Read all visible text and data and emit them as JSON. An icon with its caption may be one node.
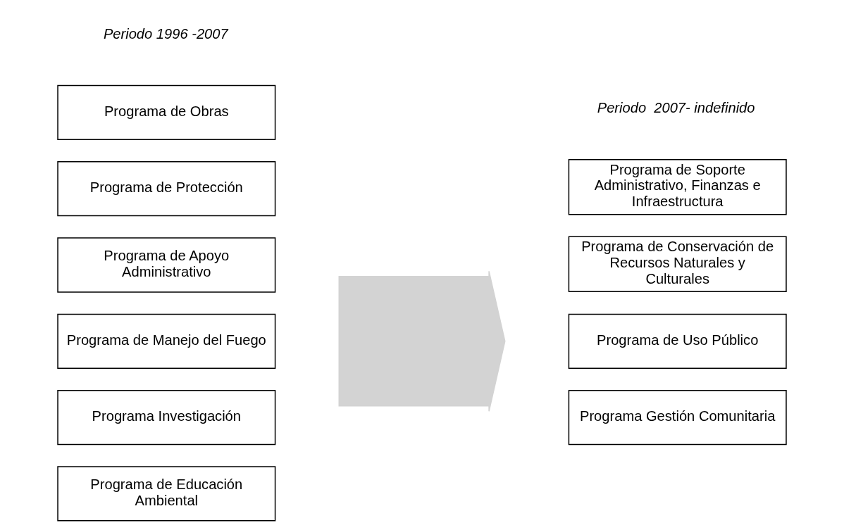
{
  "diagram": {
    "nodes": [
      {
        "text": [
          "Programa de Obras"
        ]
      },
      {
        "text": [
          "Programa de Protección"
        ]
      },
      {
        "text": [
          "Programa de Apoyo Administrativo"
        ]
      },
      {
        "text": [
          "Programa de Manejo del Fuego"
        ]
      },
      {
        "text": [
          "Programa Investigación"
        ]
      },
      {
        "text": [
          "Programa de Educación Ambiental"
        ]
      },
      {
        "text": [],
        "shape": "arrow"
      },
      {
        "text": [
          "Programa de Soporte Administrativo, Finanzas e Infraestructura"
        ]
      },
      {
        "text": [
          "Programa de Conservación de Recursos Naturales y Culturales"
        ]
      },
      {
        "text": [
          "Programa de Uso Público"
        ]
      },
      {
        "text": [
          "Programa Gestión Comunitaria"
        ]
      }
    ],
    "labels": [
      "Periodo 1996 -2007",
      "Periodo  2007- indefinido"
    ]
  }
}
